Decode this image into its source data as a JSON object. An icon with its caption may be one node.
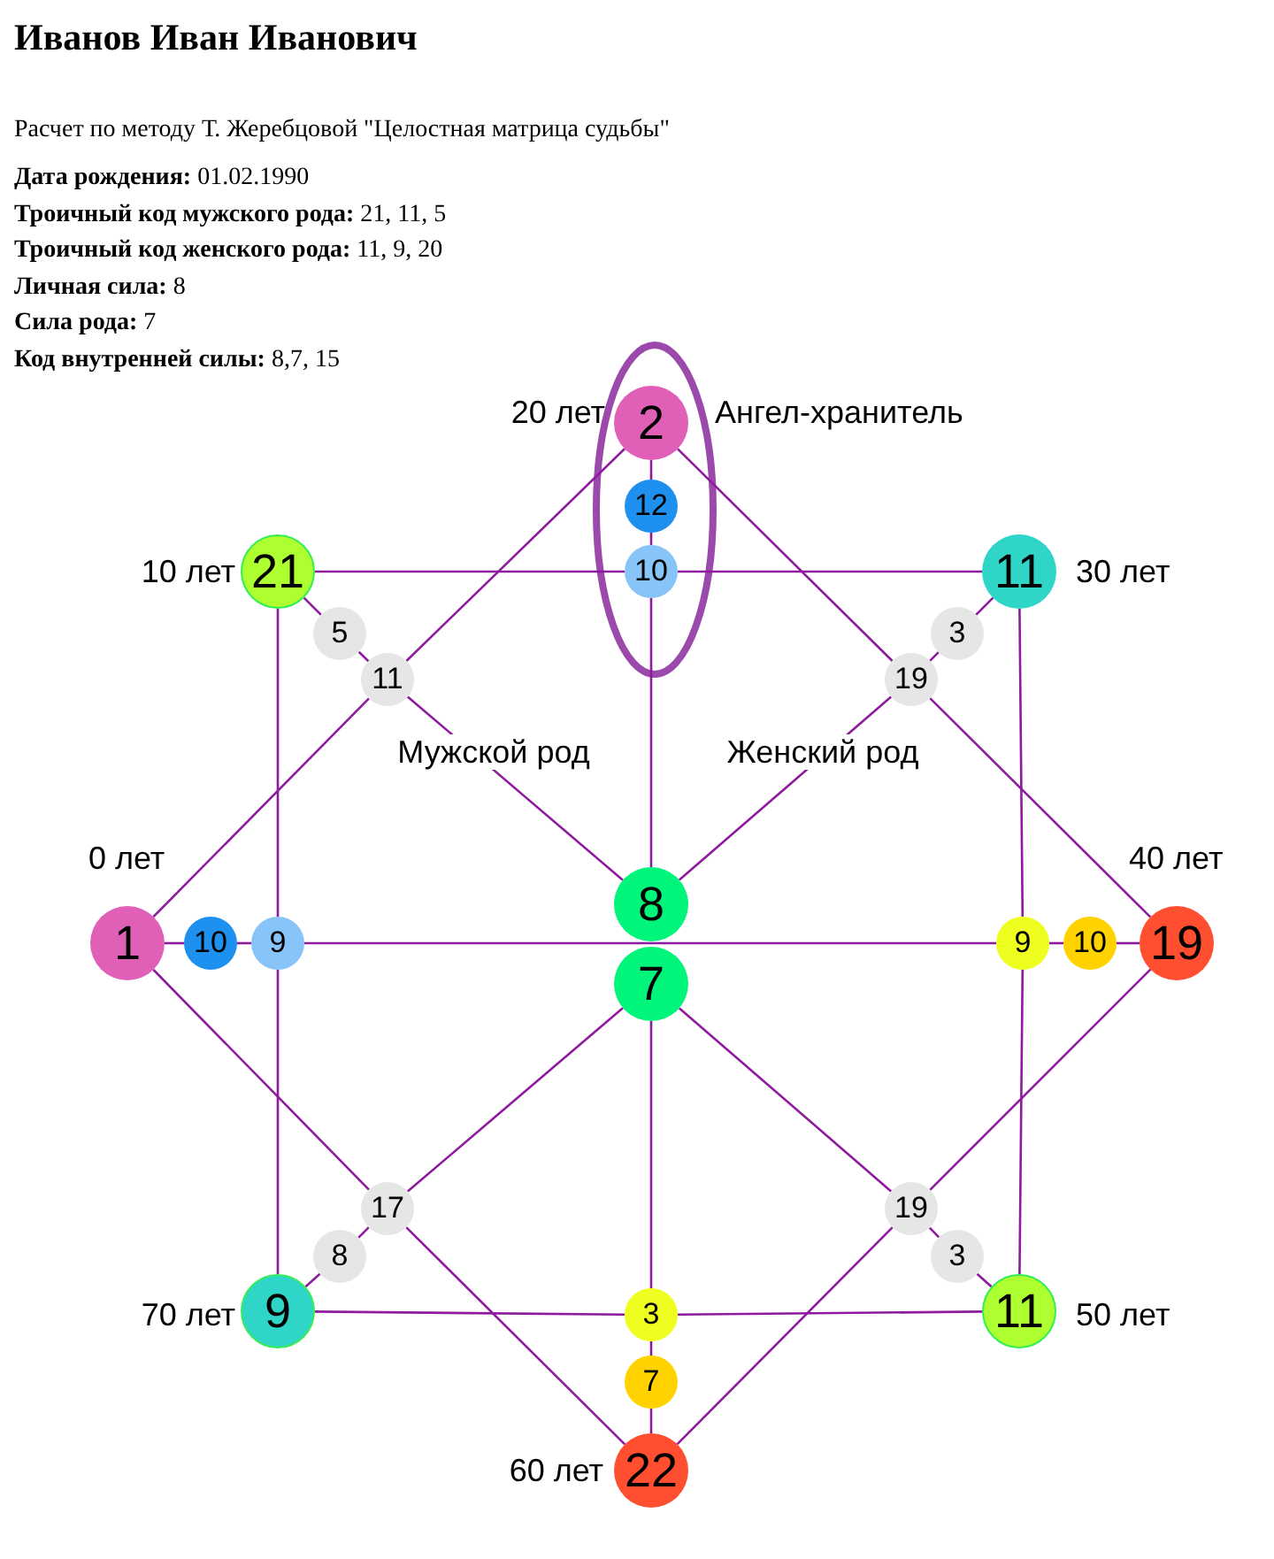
{
  "diagram": {
    "title": "Иванов Иван Иванович",
    "nodes": [
      {
        "text": [
          "2"
        ],
        "beside": [
          "20 лет",
          "Ангел-хранитель"
        ]
      },
      {
        "text": [
          "12"
        ]
      },
      {
        "text": [
          "21"
        ],
        "beside": [
          "10 лет"
        ]
      },
      {
        "text": [
          "10"
        ]
      },
      {
        "text": [
          "11"
        ],
        "beside": [
          "30 лет"
        ]
      },
      {
        "text": [
          "5"
        ]
      },
      {
        "text": [
          "3"
        ]
      },
      {
        "text": [
          "11"
        ]
      },
      {
        "text": [
          "19"
        ]
      },
      {
        "text": [
          "8"
        ]
      },
      {
        "text": [
          "1"
        ],
        "beside": [
          "0 лет"
        ]
      },
      {
        "text": [
          "10"
        ]
      },
      {
        "text": [
          "9"
        ]
      },
      {
        "text": [
          "9"
        ]
      },
      {
        "text": [
          "10"
        ]
      },
      {
        "text": [
          "19"
        ],
        "beside": [
          "40 лет"
        ]
      },
      {
        "text": [
          "7"
        ]
      },
      {
        "text": [
          "17"
        ]
      },
      {
        "text": [
          "19"
        ]
      },
      {
        "text": [
          "8"
        ]
      },
      {
        "text": [
          "3"
        ]
      },
      {
        "text": [
          "9"
        ],
        "beside": [
          "70 лет"
        ]
      },
      {
        "text": [
          "3"
        ]
      },
      {
        "text": [
          "11"
        ],
        "beside": [
          "50 лет"
        ]
      },
      {
        "text": [
          "7"
        ]
      },
      {
        "text": [
          "22"
        ],
        "beside": [
          "60 лет"
        ]
      }
    ],
    "edges": [
      {
        "from": 2,
        "to": 3,
        "arrow": "none"
      },
      {
        "from": 3,
        "to": 4,
        "arrow": "none"
      },
      {
        "from": 2,
        "to": 12,
        "arrow": "none"
      },
      {
        "from": 12,
        "to": 21,
        "arrow": "none"
      },
      {
        "from": 4,
        "to": 13,
        "arrow": "none"
      },
      {
        "from": 13,
        "to": 23,
        "arrow": "none"
      },
      {
        "from": 21,
        "to": 22,
        "arrow": "none"
      },
      {
        "from": 22,
        "to": 23,
        "arrow": "none"
      },
      {
        "from": 0,
        "to": 7,
        "arrow": "none"
      },
      {
        "from": 7,
        "to": 10,
        "arrow": "none"
      },
      {
        "from": 10,
        "to": 17,
        "arrow": "none"
      },
      {
        "from": 17,
        "to": 25,
        "arrow": "none"
      },
      {
        "from": 25,
        "to": 18,
        "arrow": "none"
      },
      {
        "from": 18,
        "to": 15,
        "arrow": "none"
      },
      {
        "from": 15,
        "to": 8,
        "arrow": "none"
      },
      {
        "from": 8,
        "to": 0,
        "arrow": "none"
      },
      {
        "from": 2,
        "to": 5,
        "arrow": "none"
      },
      {
        "from": 5,
        "to": 7,
        "arrow": "none"
      },
      {
        "from": 7,
        "to": 9,
        "arrow": "none"
      },
      {
        "from": 4,
        "to": 6,
        "arrow": "none"
      },
      {
        "from": 6,
        "to": 8,
        "arrow": "none"
      },
      {
        "from": 8,
        "to": 9,
        "arrow": "none"
      },
      {
        "from": 21,
        "to": 19,
        "arrow": "none"
      },
      {
        "from": 19,
        "to": 17,
        "arrow": "none"
      },
      {
        "from": 17,
        "to": 16,
        "arrow": "none"
      },
      {
        "from": 23,
        "to": 20,
        "arrow": "none"
      },
      {
        "from": 20,
        "to": 18,
        "arrow": "none"
      },
      {
        "from": 18,
        "to": 16,
        "arrow": "none"
      },
      {
        "from": 10,
        "to": 11,
        "arrow": "none"
      },
      {
        "from": 11,
        "to": 12,
        "arrow": "none"
      },
      {
        "from": 12,
        "to": 13,
        "arrow": "none"
      },
      {
        "from": 13,
        "to": 14,
        "arrow": "none"
      },
      {
        "from": 14,
        "to": 15,
        "arrow": "none"
      },
      {
        "from": 0,
        "to": 1,
        "arrow": "none"
      },
      {
        "from": 1,
        "to": 3,
        "arrow": "none"
      },
      {
        "from": 3,
        "to": 9,
        "arrow": "none"
      },
      {
        "from": 16,
        "to": 22,
        "arrow": "none"
      },
      {
        "from": 22,
        "to": 24,
        "arrow": "none"
      },
      {
        "from": 24,
        "to": 25,
        "arrow": "none"
      }
    ],
    "labels": [
      "Расчет по методу Т. Жеребцовой \"Целостная матрица судьбы\"",
      "**Дата рождения:** 01.02.1990",
      "**Троичный код мужского рода:** 21, 11, 5",
      "**Троичный код женского рода:** 11, 9, 20",
      "**Личная сила:** 8",
      "**Сила рода:** 7",
      "**Код внутренней силы:** 8,7, 15",
      "Мужской род",
      "Женский род"
    ]
  }
}
